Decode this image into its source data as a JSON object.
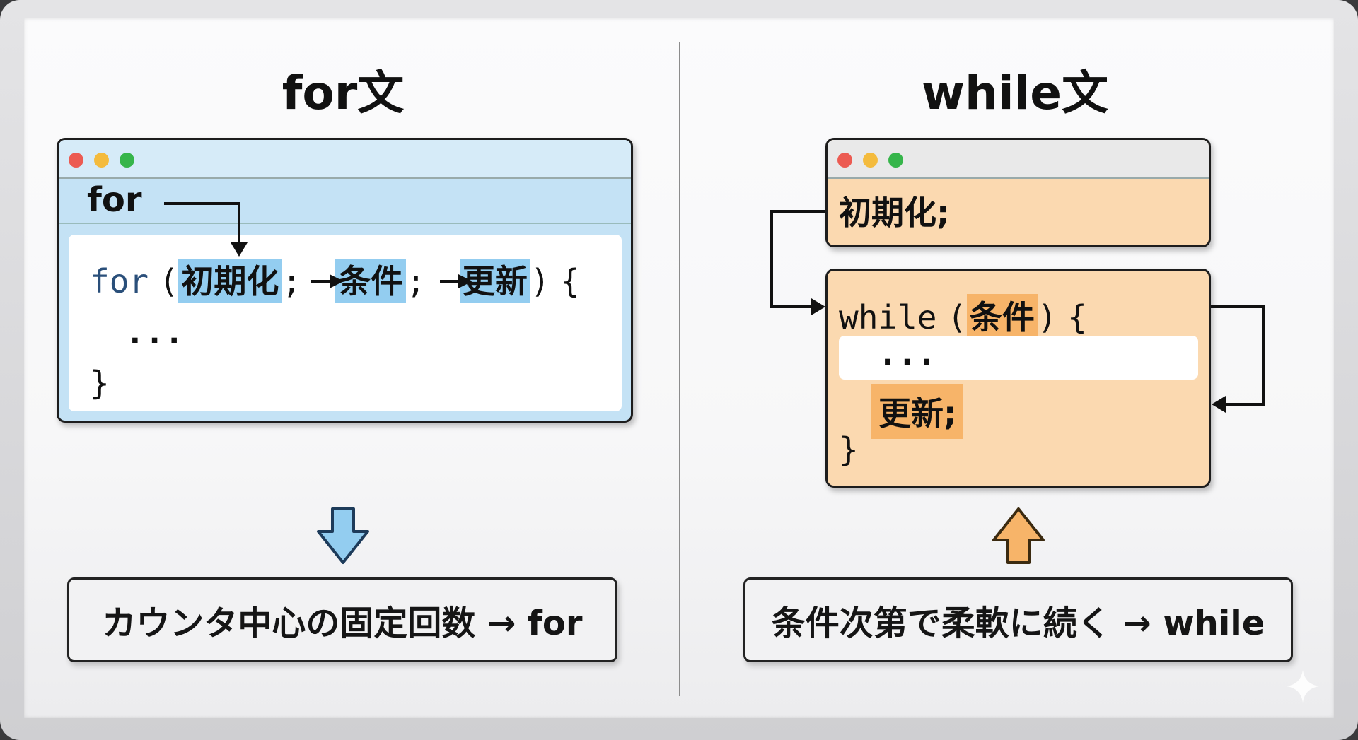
{
  "left": {
    "title": "for文",
    "header": "for",
    "code": {
      "keyword": "for",
      "open": "(",
      "init": "初期化",
      "sep1": ";",
      "cond": "条件",
      "sep2": ";",
      "update": "更新",
      "close": ")",
      "brace_open": "{",
      "body": "...",
      "brace_close": "}"
    },
    "summary": "カウンタ中心の固定回数 → for"
  },
  "right": {
    "title": "while文",
    "init_line": "初期化;",
    "code": {
      "keyword": "while",
      "open": "(",
      "cond": "条件",
      "close": ")",
      "brace_open": "{",
      "body": "...",
      "update": "更新;",
      "brace_close": "}"
    },
    "summary": "条件次第で柔軟に続く → while"
  },
  "colors": {
    "for_accent": "#93cdf0",
    "while_accent": "#f7b469",
    "while_bg": "#fbd9b0",
    "for_bg": "#c4e2f5"
  }
}
